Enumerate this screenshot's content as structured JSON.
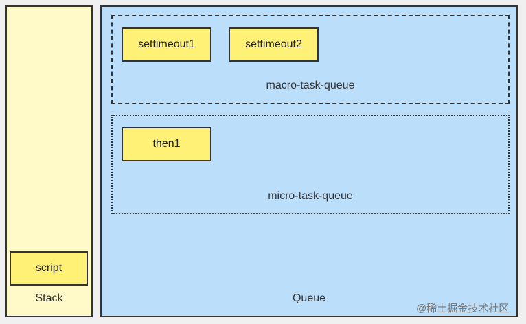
{
  "stack": {
    "label": "Stack",
    "items": [
      "script"
    ]
  },
  "queue": {
    "label": "Queue",
    "macro_task_queue": {
      "label": "macro-task-queue",
      "items": [
        "settimeout1",
        "settimeout2"
      ]
    },
    "micro_task_queue": {
      "label": "micro-task-queue",
      "items": [
        "then1"
      ]
    }
  },
  "watermark": "@稀土掘金技术社区",
  "colors": {
    "stack_bg": "#fffac8",
    "queue_bg": "#bbdefb",
    "task_bg": "#fff176",
    "border": "#333333"
  }
}
